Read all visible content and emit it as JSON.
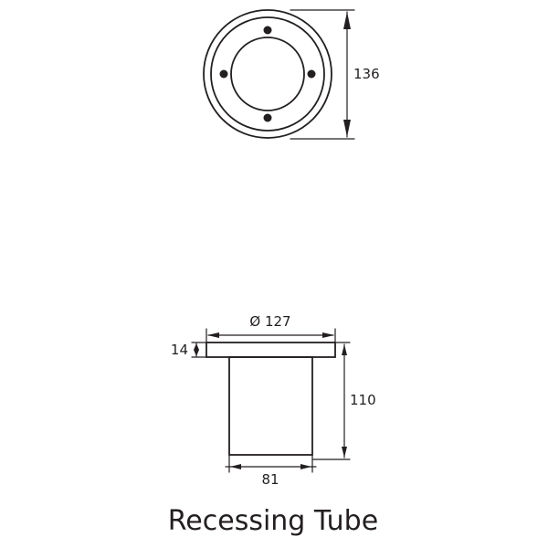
{
  "caption": "Recessing Tube",
  "top_view": {
    "height_label": "136"
  },
  "side_view": {
    "flange_diameter_label": "Ø 127",
    "flange_thickness_label": "14",
    "total_height_label": "110",
    "tube_width_label": "81"
  }
}
